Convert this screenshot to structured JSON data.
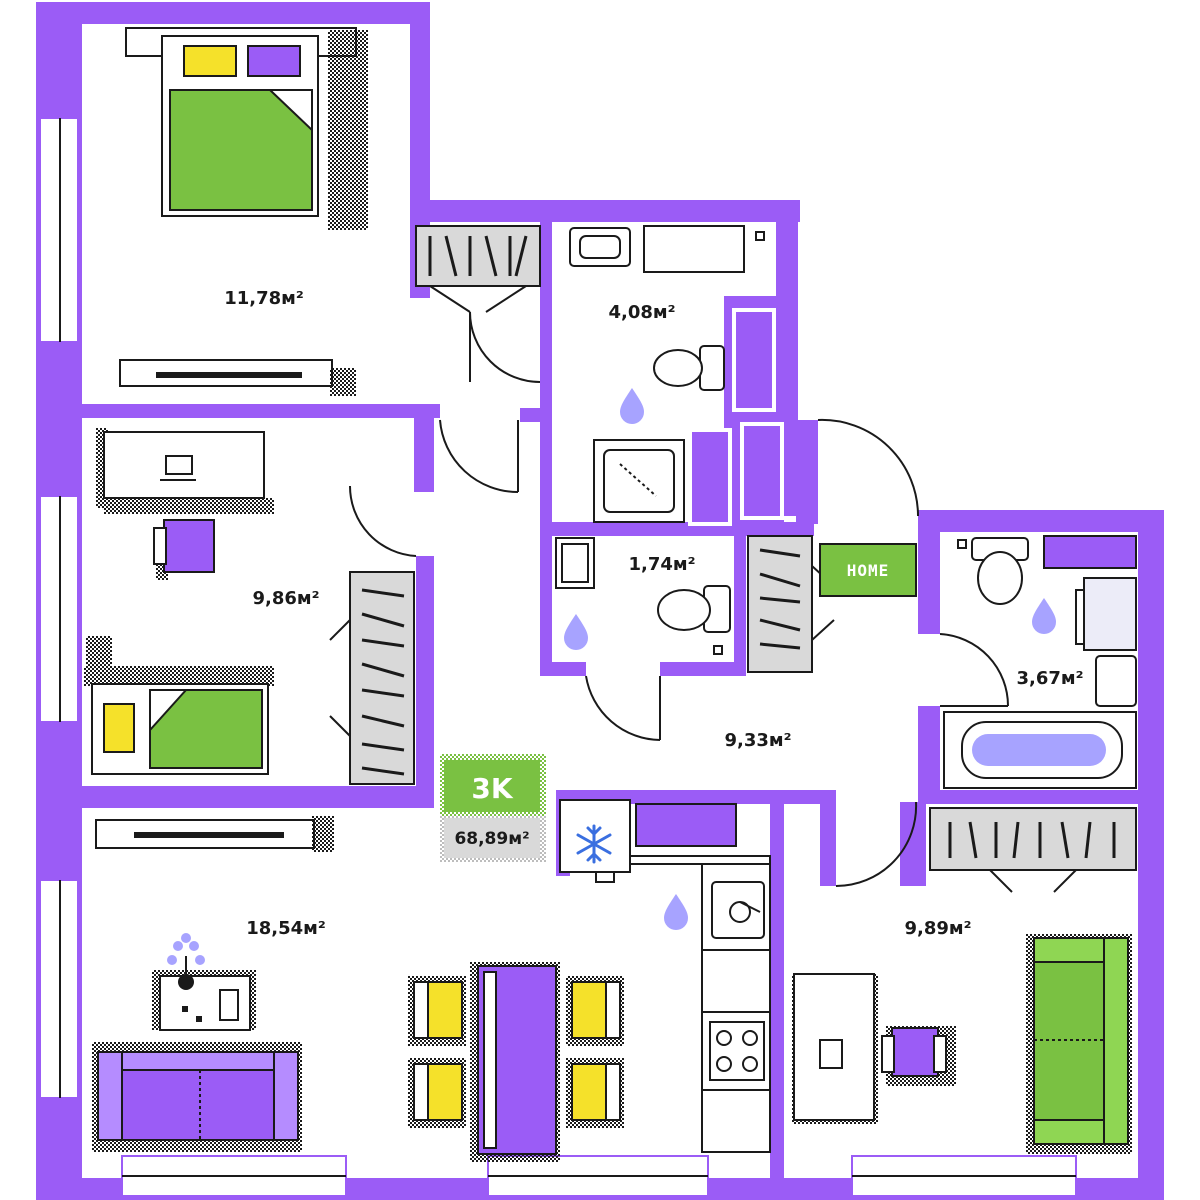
{
  "plan": {
    "type_badge": "3K",
    "total_area": "68,89м²",
    "home_sign": "HOME",
    "rooms": [
      {
        "id": "bedroom-1",
        "area": "11,78м²"
      },
      {
        "id": "bathroom-1",
        "area": "4,08м²"
      },
      {
        "id": "bedroom-2",
        "area": "9,86м²"
      },
      {
        "id": "toilet",
        "area": "1,74м²"
      },
      {
        "id": "bathroom-2",
        "area": "3,67м²"
      },
      {
        "id": "hallway",
        "area": "9,33м²"
      },
      {
        "id": "living-kitchen",
        "area": "18,54м²"
      },
      {
        "id": "bedroom-3",
        "area": "9,89м²"
      }
    ]
  },
  "colors": {
    "wall": "#9b5cf6",
    "green": "#7ac142",
    "yellow": "#f5e12a",
    "light_purple": "#a7a3ff",
    "grey": "#d9d9d9",
    "ink": "#1a1a1a"
  },
  "icons": [
    "water-drop-icon",
    "snowflake-icon",
    "flower-vase-icon"
  ]
}
